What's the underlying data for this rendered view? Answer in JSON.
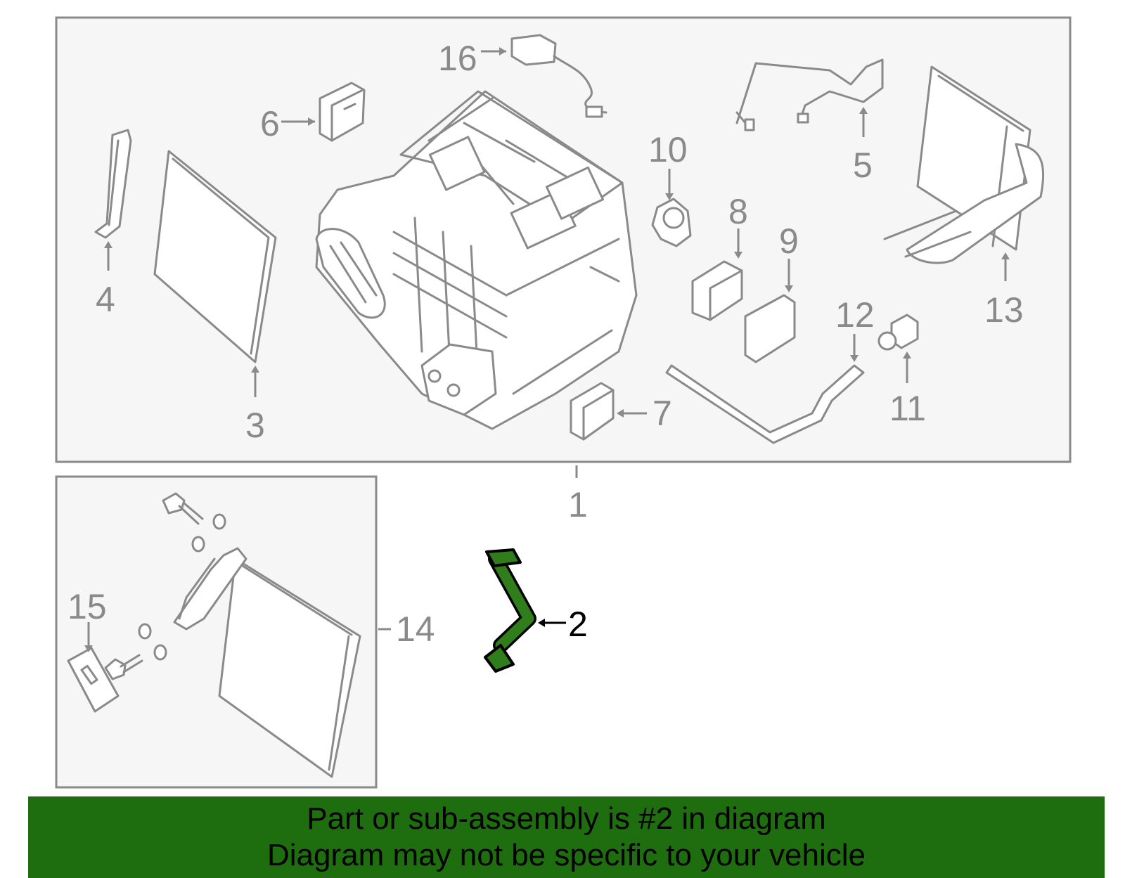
{
  "highlight_color": "#2f7d1b",
  "banner_color": "#1e6e0f",
  "callouts": {
    "c1": "1",
    "c2": "2",
    "c3": "3",
    "c4": "4",
    "c5": "5",
    "c6": "6",
    "c7": "7",
    "c8": "8",
    "c9": "9",
    "c10": "10",
    "c11": "11",
    "c12": "12",
    "c13": "13",
    "c14": "14",
    "c15": "15",
    "c16": "16"
  },
  "banner": {
    "line1": "Part or sub-assembly is #2 in diagram",
    "line2": "Diagram may not be specific to your vehicle"
  }
}
